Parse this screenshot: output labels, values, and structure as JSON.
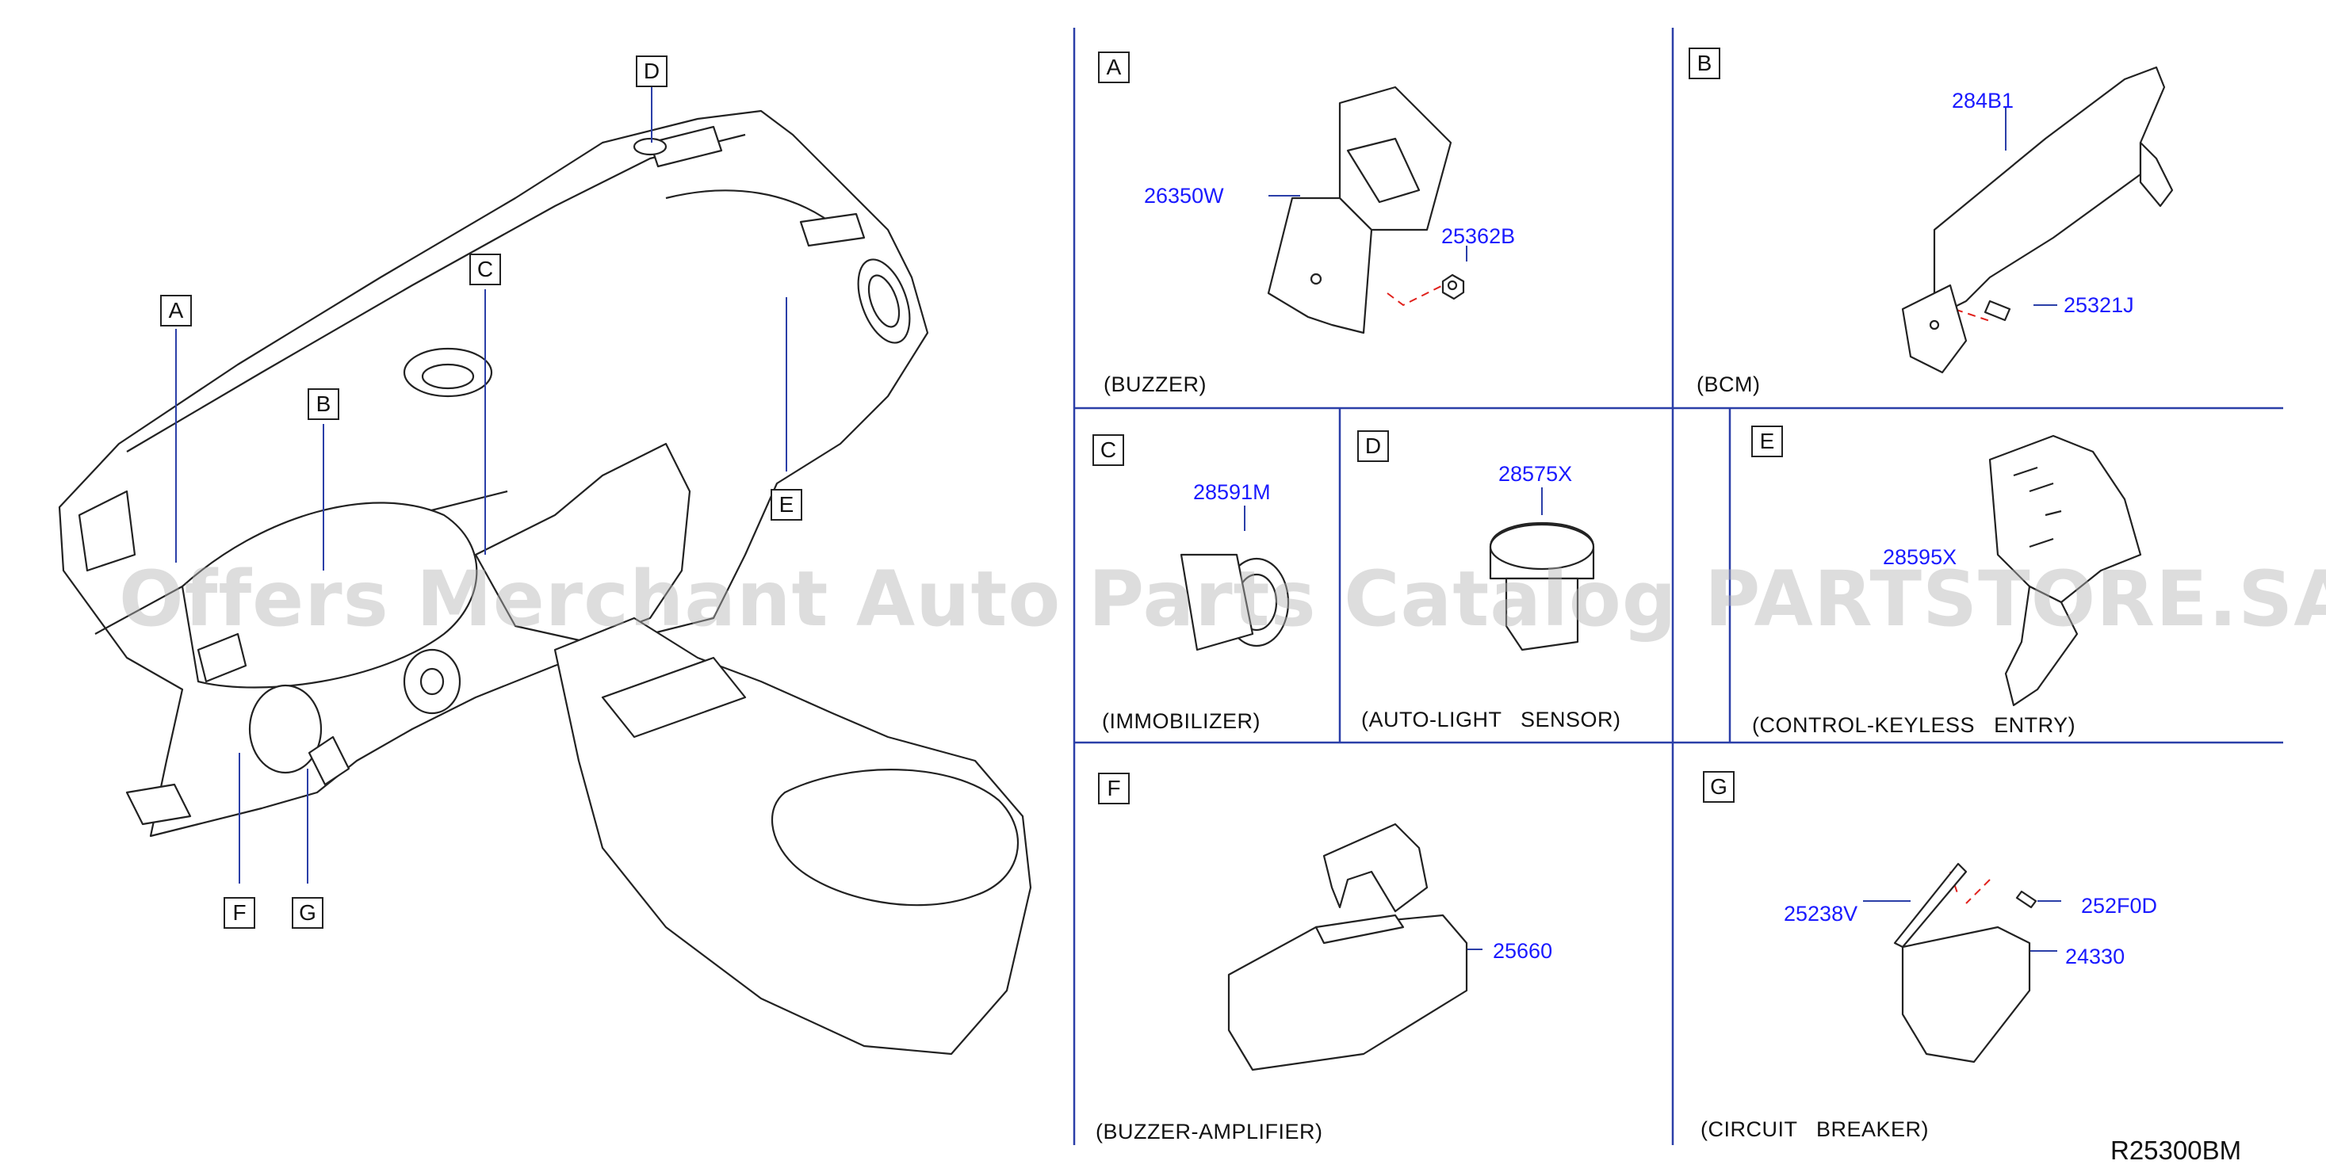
{
  "overview": {
    "callouts": {
      "a": "A",
      "b": "B",
      "c": "C",
      "d": "D",
      "e": "E",
      "f": "F",
      "g": "G"
    }
  },
  "panels": {
    "a": {
      "letter": "A",
      "caption": "(BUZZER)",
      "parts": [
        "26350W",
        "25362B"
      ]
    },
    "b": {
      "letter": "B",
      "caption": "(BCM)",
      "parts": [
        "284B1",
        "25321J"
      ]
    },
    "c": {
      "letter": "C",
      "caption": "(IMMOBILIZER)",
      "parts": [
        "28591M"
      ]
    },
    "d": {
      "letter": "D",
      "caption": "(AUTO-LIGHT   SENSOR)",
      "parts": [
        "28575X"
      ]
    },
    "e": {
      "letter": "E",
      "caption": "(CONTROL-KEYLESS   ENTRY)",
      "parts": [
        "28595X"
      ]
    },
    "f": {
      "letter": "F",
      "caption": "(BUZZER-AMPLIFIER)",
      "parts": [
        "25660"
      ]
    },
    "g": {
      "letter": "G",
      "caption": "(CIRCUIT   BREAKER)",
      "parts": [
        "25238V",
        "252F0D",
        "24330"
      ]
    }
  },
  "reference_code": "R25300BM",
  "watermark": "Offers Merchant Auto Parts Catalog PARTSTORE.SA",
  "colors": {
    "part_number": "#1a1aff",
    "divider": "#2b3fa8",
    "leader_dashed": "#e0201b",
    "line_art": "#222222"
  }
}
